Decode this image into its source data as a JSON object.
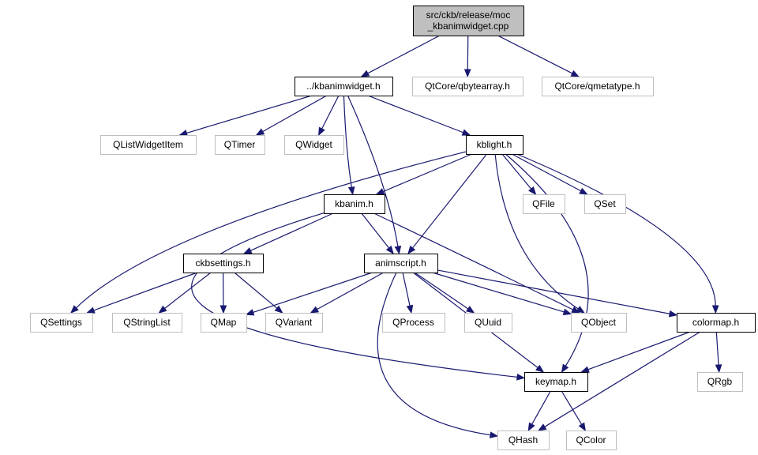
{
  "colors": {
    "edge": "#191970",
    "root_fill": "#bfbfbf",
    "root_stroke": "#000000",
    "doc_stroke": "#000000",
    "external_stroke": "#bfbfbf",
    "node_fill": "#ffffff"
  },
  "nodes": {
    "root": {
      "lines": [
        "src/ckb/release/moc",
        "_kbanimwidget.cpp"
      ],
      "kind": "root"
    },
    "kbanimwidget_h": {
      "lines": [
        "../kbanimwidget.h"
      ],
      "kind": "doc"
    },
    "qbytearray": {
      "lines": [
        "QtCore/qbytearray.h"
      ],
      "kind": "external"
    },
    "qmetatype": {
      "lines": [
        "QtCore/qmetatype.h"
      ],
      "kind": "external"
    },
    "qlistwidgetitem": {
      "lines": [
        "QListWidgetItem"
      ],
      "kind": "external"
    },
    "qtimer": {
      "lines": [
        "QTimer"
      ],
      "kind": "external"
    },
    "qwidget": {
      "lines": [
        "QWidget"
      ],
      "kind": "external"
    },
    "kblight_h": {
      "lines": [
        "kblight.h"
      ],
      "kind": "doc"
    },
    "kbanim_h": {
      "lines": [
        "kbanim.h"
      ],
      "kind": "doc"
    },
    "qfile": {
      "lines": [
        "QFile"
      ],
      "kind": "external"
    },
    "qset": {
      "lines": [
        "QSet"
      ],
      "kind": "external"
    },
    "ckbsettings_h": {
      "lines": [
        "ckbsettings.h"
      ],
      "kind": "doc"
    },
    "animscript_h": {
      "lines": [
        "animscript.h"
      ],
      "kind": "doc"
    },
    "qsettings": {
      "lines": [
        "QSettings"
      ],
      "kind": "external"
    },
    "qstringlist": {
      "lines": [
        "QStringList"
      ],
      "kind": "external"
    },
    "qmap": {
      "lines": [
        "QMap"
      ],
      "kind": "external"
    },
    "qvariant": {
      "lines": [
        "QVariant"
      ],
      "kind": "external"
    },
    "qprocess": {
      "lines": [
        "QProcess"
      ],
      "kind": "external"
    },
    "quuid": {
      "lines": [
        "QUuid"
      ],
      "kind": "external"
    },
    "qobject": {
      "lines": [
        "QObject"
      ],
      "kind": "external"
    },
    "colormap_h": {
      "lines": [
        "colormap.h"
      ],
      "kind": "doc"
    },
    "keymap_h": {
      "lines": [
        "keymap.h"
      ],
      "kind": "doc"
    },
    "qrgb": {
      "lines": [
        "QRgb"
      ],
      "kind": "external"
    },
    "qhash": {
      "lines": [
        "QHash"
      ],
      "kind": "external"
    },
    "qcolor": {
      "lines": [
        "QColor"
      ],
      "kind": "external"
    }
  },
  "edges": [
    [
      "root",
      "kbanimwidget_h"
    ],
    [
      "root",
      "qbytearray"
    ],
    [
      "root",
      "qmetatype"
    ],
    [
      "kbanimwidget_h",
      "qlistwidgetitem"
    ],
    [
      "kbanimwidget_h",
      "qtimer"
    ],
    [
      "kbanimwidget_h",
      "qwidget"
    ],
    [
      "kbanimwidget_h",
      "kblight_h"
    ],
    [
      "kbanimwidget_h",
      "kbanim_h"
    ],
    [
      "kbanimwidget_h",
      "animscript_h"
    ],
    [
      "kblight_h",
      "kbanim_h"
    ],
    [
      "kblight_h",
      "qfile"
    ],
    [
      "kblight_h",
      "qset"
    ],
    [
      "kblight_h",
      "qsettings"
    ],
    [
      "kblight_h",
      "animscript_h"
    ],
    [
      "kblight_h",
      "qobject"
    ],
    [
      "kblight_h",
      "keymap_h"
    ],
    [
      "kblight_h",
      "colormap_h"
    ],
    [
      "kbanim_h",
      "ckbsettings_h"
    ],
    [
      "kbanim_h",
      "animscript_h"
    ],
    [
      "kbanim_h",
      "qobject"
    ],
    [
      "kbanim_h",
      "keymap_h"
    ],
    [
      "ckbsettings_h",
      "qsettings"
    ],
    [
      "ckbsettings_h",
      "qstringlist"
    ],
    [
      "ckbsettings_h",
      "qmap"
    ],
    [
      "ckbsettings_h",
      "qvariant"
    ],
    [
      "animscript_h",
      "qmap"
    ],
    [
      "animscript_h",
      "qvariant"
    ],
    [
      "animscript_h",
      "qprocess"
    ],
    [
      "animscript_h",
      "quuid"
    ],
    [
      "animscript_h",
      "qobject"
    ],
    [
      "animscript_h",
      "colormap_h"
    ],
    [
      "animscript_h",
      "keymap_h"
    ],
    [
      "animscript_h",
      "qhash"
    ],
    [
      "colormap_h",
      "keymap_h"
    ],
    [
      "colormap_h",
      "qrgb"
    ],
    [
      "colormap_h",
      "qhash"
    ],
    [
      "keymap_h",
      "qhash"
    ],
    [
      "keymap_h",
      "qcolor"
    ]
  ]
}
